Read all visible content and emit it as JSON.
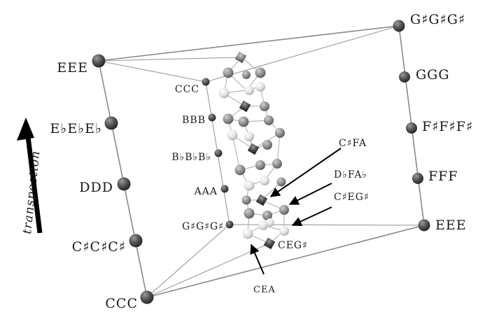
{
  "labels": {
    "outer_left": [
      "EEE",
      "E♭E♭E♭",
      "DDD",
      "C♯C♯C♯",
      "CCC"
    ],
    "outer_right": [
      "G♯G♯G♯",
      "GGG",
      "F♯F♯F♯",
      "FFF",
      "EEE"
    ],
    "inner_left": [
      "CCC",
      "BBB",
      "B♭B♭B♭",
      "AAA",
      "G♯G♯G♯"
    ],
    "chords": {
      "csharp_f_a": "C♯FA",
      "dflat_f_aflat": "D♭FA♭",
      "csharp_e_gsharp": "C♯EG♯",
      "c_e_gsharp": "CEG♯",
      "c_e_a": "CEA"
    },
    "axis": "transpostion"
  },
  "colors": {
    "node_dark": "#3c3c3c",
    "node_light": "#e8e8e8",
    "edge": "#8a8a8a",
    "arrow": "#000000"
  }
}
